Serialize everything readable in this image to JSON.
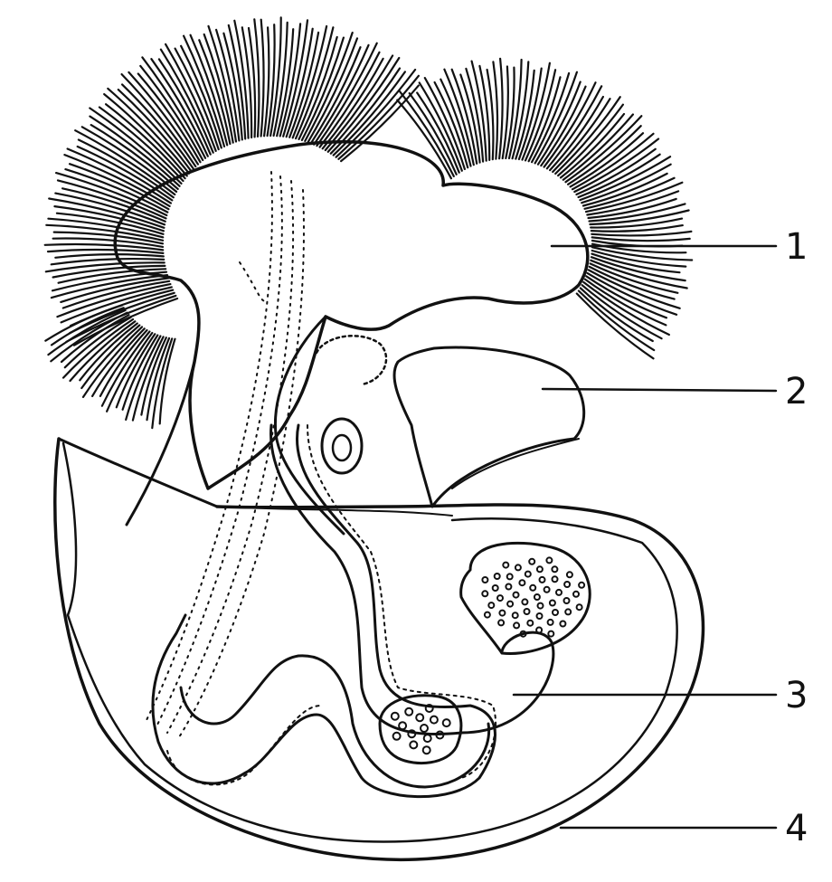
{
  "diagram": {
    "labels": [
      {
        "id": "1",
        "text": "1"
      },
      {
        "id": "2",
        "text": "2"
      },
      {
        "id": "3",
        "text": "3"
      },
      {
        "id": "4",
        "text": "4"
      }
    ]
  },
  "colors": {
    "ink": "#111111",
    "paper": "#ffffff"
  }
}
